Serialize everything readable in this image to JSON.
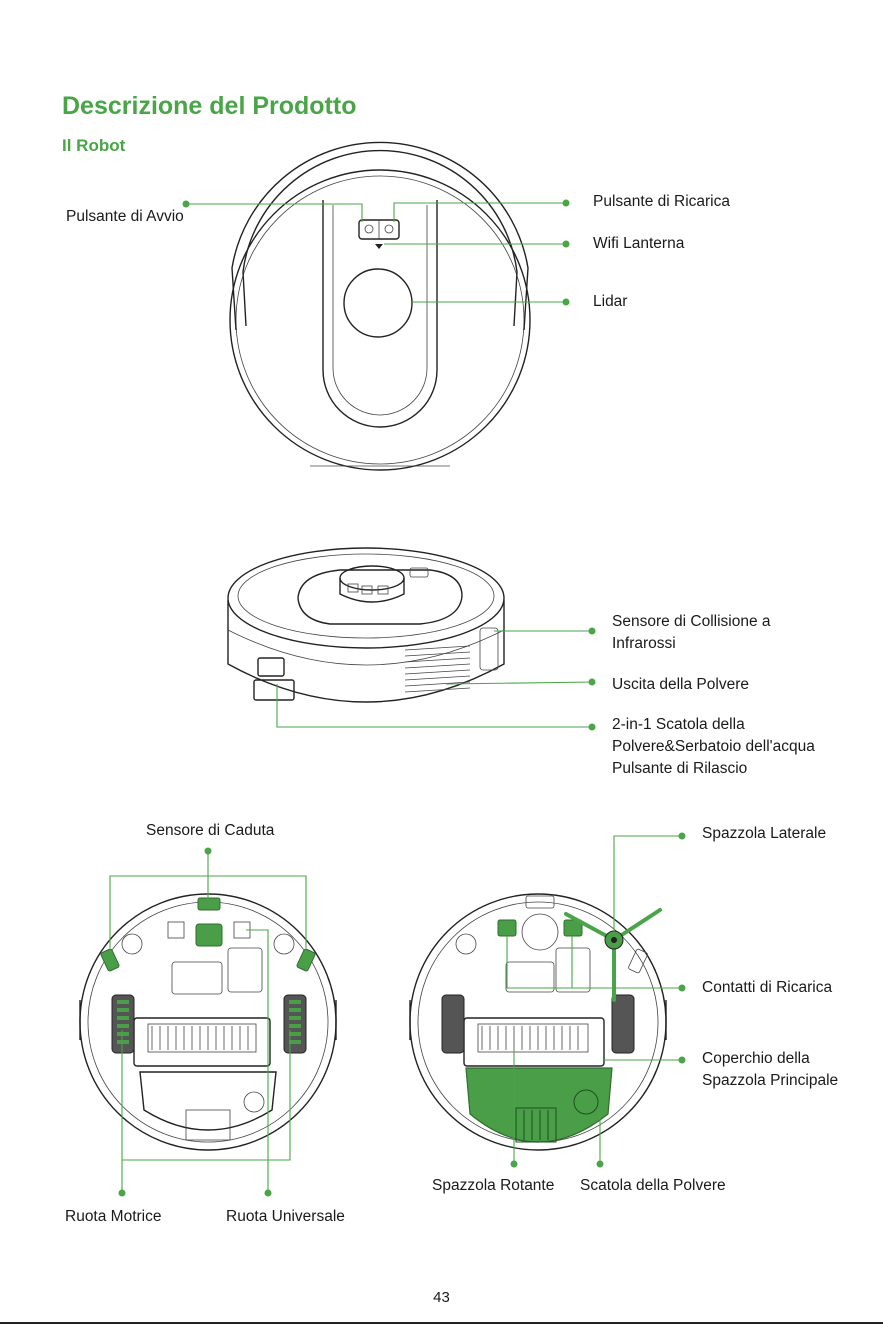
{
  "page": {
    "title": "Descrizione del Prodotto",
    "subtitle": "Il Robot",
    "page_number": "43"
  },
  "labels": {
    "start_button": "Pulsante di Avvio",
    "charge_button": "Pulsante di Ricarica",
    "wifi_light": "Wifi Lanterna",
    "lidar": "Lidar",
    "ir_sensor": "Sensore di Collisione a\nInfrarossi",
    "dust_outlet": "Uscita della Polvere",
    "release_button": "2-in-1 Scatola della\nPolvere&Serbatoio dell'acqua\nPulsante di Rilascio",
    "cliff_sensor": "Sensore di Caduta",
    "side_brush": "Spazzola Laterale",
    "charge_contacts": "Contatti di Ricarica",
    "brush_cover": "Coperchio della\nSpazzola Principale",
    "drive_wheel": "Ruota Motrice",
    "universal_wheel": "Ruota Universale",
    "roller_brush": "Spazzola Rotante",
    "dust_box": "Scatola della Polvere"
  },
  "colors": {
    "accent": "#4aa548",
    "line": "#222222"
  }
}
